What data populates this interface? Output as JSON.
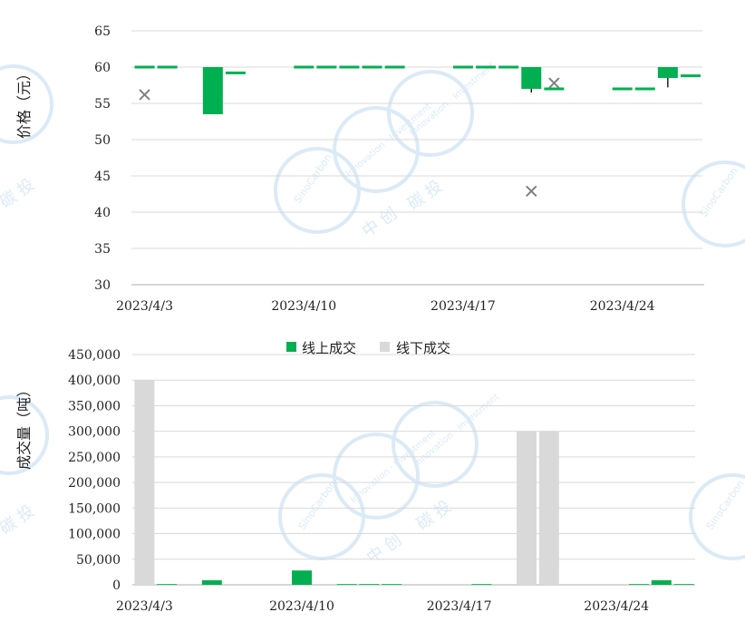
{
  "colors": {
    "online": "#00b050",
    "offline": "#d9d9d9",
    "grid": "#d9d9d9",
    "axis": "#bfbfbf",
    "marker": "#808080",
    "wick": "#000000",
    "watermark": "#dbeaf7"
  },
  "chart_data": [
    {
      "type": "candlestick",
      "ylabel": "价格（元）",
      "ylim": [
        30,
        65
      ],
      "yticks": [
        "30",
        "35",
        "40",
        "45",
        "50",
        "55",
        "60",
        "65"
      ],
      "xtick_labels": [
        "2023/4/3",
        "2023/4/10",
        "2023/4/17",
        "2023/4/24"
      ],
      "xtick_dates": [
        "2023-04-03",
        "2023-04-10",
        "2023-04-17",
        "2023-04-24"
      ],
      "grid": true,
      "candles": [
        {
          "date": "2023-04-03",
          "open": 60,
          "close": 60,
          "high": 60,
          "low": 60
        },
        {
          "date": "2023-04-04",
          "open": 60,
          "close": 60,
          "high": 60,
          "low": 60
        },
        {
          "date": "2023-04-06",
          "open": 60,
          "close": 53.5,
          "high": 60,
          "low": 53.5
        },
        {
          "date": "2023-04-07",
          "open": 59.2,
          "close": 59.2,
          "high": 59.2,
          "low": 59.2
        },
        {
          "date": "2023-04-10",
          "open": 60,
          "close": 60,
          "high": 60,
          "low": 60
        },
        {
          "date": "2023-04-11",
          "open": 60,
          "close": 60,
          "high": 60,
          "low": 60
        },
        {
          "date": "2023-04-12",
          "open": 60,
          "close": 60,
          "high": 60,
          "low": 60
        },
        {
          "date": "2023-04-13",
          "open": 60,
          "close": 60,
          "high": 60,
          "low": 60
        },
        {
          "date": "2023-04-14",
          "open": 60,
          "close": 60,
          "high": 60,
          "low": 60
        },
        {
          "date": "2023-04-17",
          "open": 60,
          "close": 60,
          "high": 60,
          "low": 60
        },
        {
          "date": "2023-04-18",
          "open": 60,
          "close": 60,
          "high": 60,
          "low": 60
        },
        {
          "date": "2023-04-19",
          "open": 60,
          "close": 60,
          "high": 60,
          "low": 60
        },
        {
          "date": "2023-04-20",
          "open": 60,
          "close": 57,
          "high": 60,
          "low": 56.5
        },
        {
          "date": "2023-04-21",
          "open": 57,
          "close": 57,
          "high": 57,
          "low": 57
        },
        {
          "date": "2023-04-24",
          "open": 57,
          "close": 57,
          "high": 57,
          "low": 57
        },
        {
          "date": "2023-04-25",
          "open": 57,
          "close": 57,
          "high": 57,
          "low": 57
        },
        {
          "date": "2023-04-26",
          "open": 60,
          "close": 58.5,
          "high": 60,
          "low": 57.2
        },
        {
          "date": "2023-04-27",
          "open": 58.8,
          "close": 58.8,
          "high": 58.8,
          "low": 58.8
        }
      ],
      "markers": [
        {
          "date": "2023-04-03",
          "value": 56.2
        },
        {
          "date": "2023-04-20",
          "value": 42.9
        },
        {
          "date": "2023-04-21",
          "value": 57.8
        }
      ]
    },
    {
      "type": "bar",
      "ylabel": "成交量（吨）",
      "ylim": [
        0,
        450000
      ],
      "yticks": [
        "0",
        "50,000",
        "100,000",
        "150,000",
        "200,000",
        "250,000",
        "300,000",
        "350,000",
        "400,000",
        "450,000"
      ],
      "xtick_labels": [
        "2023/4/3",
        "2023/4/10",
        "2023/4/17",
        "2023/4/24"
      ],
      "xtick_dates": [
        "2023-04-03",
        "2023-04-10",
        "2023-04-17",
        "2023-04-24"
      ],
      "grid": true,
      "legend_position": "top",
      "series": [
        {
          "name": "线上成交",
          "points": [
            {
              "date": "2023-04-04",
              "value": 1500
            },
            {
              "date": "2023-04-06",
              "value": 9000
            },
            {
              "date": "2023-04-10",
              "value": 28000
            },
            {
              "date": "2023-04-12",
              "value": 1500
            },
            {
              "date": "2023-04-13",
              "value": 1500
            },
            {
              "date": "2023-04-14",
              "value": 1500
            },
            {
              "date": "2023-04-18",
              "value": 1500
            },
            {
              "date": "2023-04-20",
              "value": 1500
            },
            {
              "date": "2023-04-25",
              "value": 1500
            },
            {
              "date": "2023-04-26",
              "value": 9000
            },
            {
              "date": "2023-04-27",
              "value": 1500
            }
          ]
        },
        {
          "name": "线下成交",
          "points": [
            {
              "date": "2023-04-03",
              "value": 400000
            },
            {
              "date": "2023-04-20",
              "value": 300000
            },
            {
              "date": "2023-04-21",
              "value": 300000
            }
          ]
        }
      ]
    }
  ],
  "watermark": {
    "brand": "SinoCarbon",
    "sub": "Innovation · Investment",
    "cn_left": "中 创",
    "cn_right": "碳 投"
  }
}
